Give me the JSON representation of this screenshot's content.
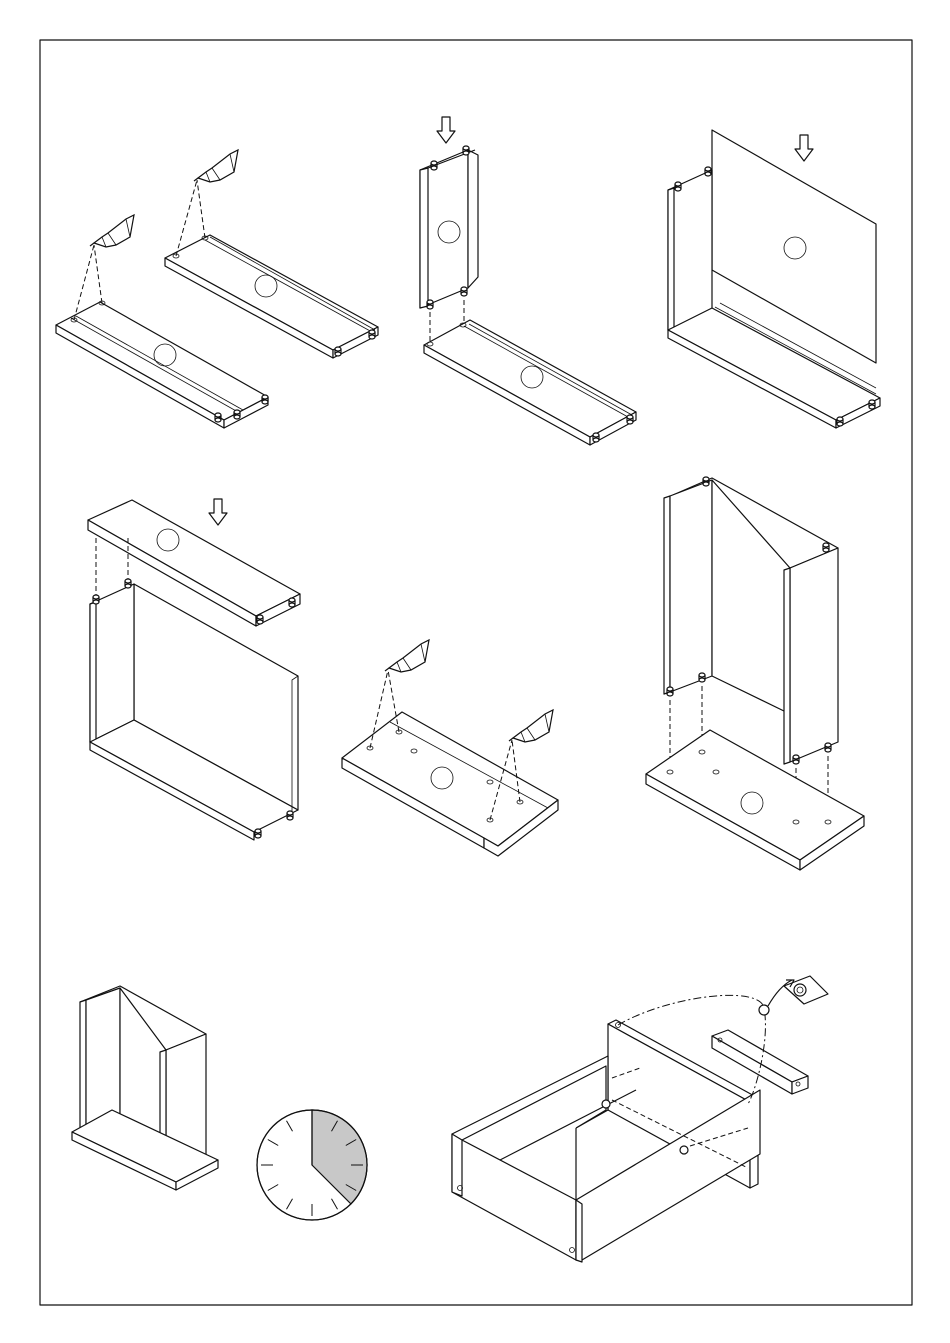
{
  "document": {
    "type": "assembly-instructions",
    "steps": [
      {
        "id": 1,
        "action": "glue-dowels-into-two-panels",
        "icons": [
          "glue-bottle-icon",
          "glue-bottle-icon"
        ]
      },
      {
        "id": 2,
        "action": "insert-side-panel",
        "icons": [
          "down-arrow-icon"
        ]
      },
      {
        "id": 3,
        "action": "insert-back-panel",
        "icons": [
          "down-arrow-icon"
        ]
      },
      {
        "id": 4,
        "action": "attach-top-panel",
        "icons": [
          "down-arrow-icon"
        ]
      },
      {
        "id": 5,
        "action": "glue-dowels-into-base",
        "icons": [
          "glue-bottle-icon",
          "glue-bottle-icon"
        ]
      },
      {
        "id": 6,
        "action": "mount-carcass-on-base",
        "icons": []
      },
      {
        "id": 7,
        "action": "let-glue-dry",
        "icons": [
          "clock-icon"
        ],
        "clock_fraction": 0.375
      },
      {
        "id": 8,
        "action": "assemble-drawer-with-runners",
        "icons": [
          "cam-lock-icon"
        ]
      }
    ],
    "colors": {
      "line": "#111111",
      "paper": "#ffffff",
      "clock_fill": "#c8c8c8"
    }
  }
}
